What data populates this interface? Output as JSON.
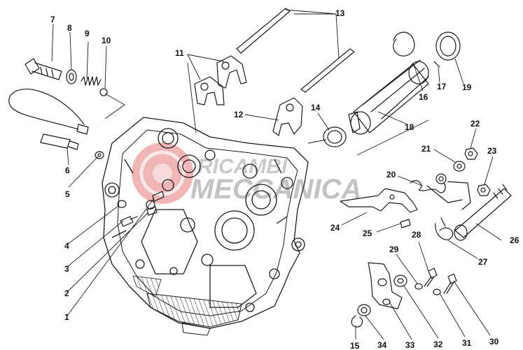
{
  "diagram": {
    "callouts": [
      {
        "id": "c1",
        "label": "1"
      },
      {
        "id": "c2",
        "label": "2"
      },
      {
        "id": "c3",
        "label": "3"
      },
      {
        "id": "c4",
        "label": "4"
      },
      {
        "id": "c5",
        "label": "5"
      },
      {
        "id": "c6",
        "label": "6"
      },
      {
        "id": "c7",
        "label": "7"
      },
      {
        "id": "c8",
        "label": "8"
      },
      {
        "id": "c9",
        "label": "9"
      },
      {
        "id": "c10",
        "label": "10"
      },
      {
        "id": "c11",
        "label": "11"
      },
      {
        "id": "c12",
        "label": "12"
      },
      {
        "id": "c13",
        "label": "13"
      },
      {
        "id": "c14",
        "label": "14"
      },
      {
        "id": "c15",
        "label": "15"
      },
      {
        "id": "c16",
        "label": "16"
      },
      {
        "id": "c17",
        "label": "17"
      },
      {
        "id": "c18",
        "label": "18"
      },
      {
        "id": "c19",
        "label": "19"
      },
      {
        "id": "c20",
        "label": "20"
      },
      {
        "id": "c21",
        "label": "21"
      },
      {
        "id": "c22",
        "label": "22"
      },
      {
        "id": "c23",
        "label": "23"
      },
      {
        "id": "c24",
        "label": "24"
      },
      {
        "id": "c25",
        "label": "25"
      },
      {
        "id": "c26",
        "label": "26"
      },
      {
        "id": "c27",
        "label": "27"
      },
      {
        "id": "c28",
        "label": "28"
      },
      {
        "id": "c29",
        "label": "29"
      },
      {
        "id": "c30",
        "label": "30"
      },
      {
        "id": "c31",
        "label": "31"
      },
      {
        "id": "c32",
        "label": "32"
      },
      {
        "id": "c33",
        "label": "33"
      },
      {
        "id": "c34",
        "label": "34"
      }
    ],
    "watermark": {
      "line1": "RICAMBI",
      "line2": "MECCANICA"
    },
    "colors": {
      "line": "#1a1a1a",
      "watermark": "#b8b8b8",
      "watermark_mark": "#e06a6a"
    }
  }
}
